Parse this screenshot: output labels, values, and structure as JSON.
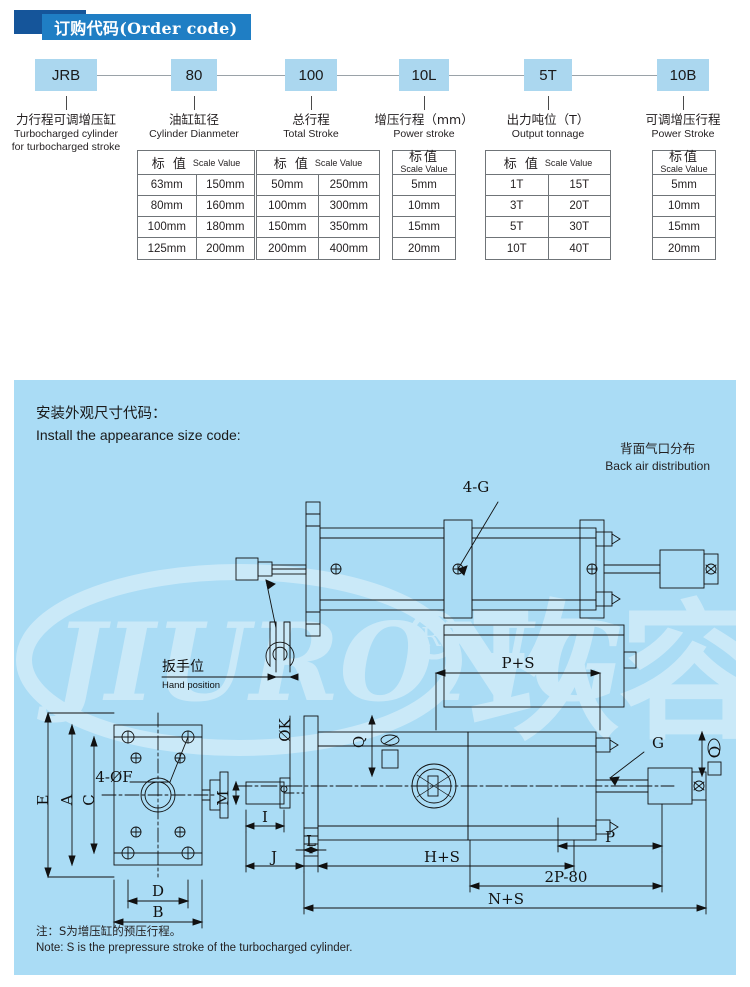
{
  "header": {
    "banner_title": "订购代码(Order code)"
  },
  "order_code": {
    "segments": [
      {
        "code": "JRB",
        "label_cn": "力行程可调增压缸",
        "label_en_1": "Turbocharged cylinder",
        "label_en_2": "for turbocharged stroke"
      },
      {
        "code": "80",
        "label_cn": "油缸缸径",
        "label_en_1": "Cylinder Dianmeter",
        "label_en_2": ""
      },
      {
        "code": "100",
        "label_cn": "总行程",
        "label_en_1": "Total  Stroke",
        "label_en_2": ""
      },
      {
        "code": "10L",
        "label_cn": "增压行程（mm）",
        "label_en_1": "Power stroke",
        "label_en_2": ""
      },
      {
        "code": "5T",
        "label_cn": "出力吨位（T）",
        "label_en_1": "Output  tonnage",
        "label_en_2": ""
      },
      {
        "code": "10B",
        "label_cn": "可调增压行程",
        "label_en_1": "Power Stroke",
        "label_en_2": ""
      }
    ]
  },
  "scale_tables": {
    "header_cn": "标 值",
    "header_cn_compact": "标值",
    "header_en": "Scale Value",
    "cylinder_diameter": {
      "columns": 2,
      "rows": [
        [
          "63mm",
          "150mm"
        ],
        [
          "80mm",
          "160mm"
        ],
        [
          "100mm",
          "180mm"
        ],
        [
          "125mm",
          "200mm"
        ]
      ]
    },
    "total_stroke": {
      "columns": 2,
      "rows": [
        [
          "50mm",
          "250mm"
        ],
        [
          "100mm",
          "300mm"
        ],
        [
          "150mm",
          "350mm"
        ],
        [
          "200mm",
          "400mm"
        ]
      ]
    },
    "power_stroke": {
      "columns": 1,
      "rows": [
        [
          "5mm"
        ],
        [
          "10mm"
        ],
        [
          "15mm"
        ],
        [
          "20mm"
        ]
      ]
    },
    "output_tonnage": {
      "columns": 2,
      "rows": [
        [
          "1T",
          "15T"
        ],
        [
          "3T",
          "20T"
        ],
        [
          "5T",
          "30T"
        ],
        [
          "10T",
          "40T"
        ]
      ]
    },
    "adjustable_power_stroke": {
      "columns": 1,
      "rows": [
        [
          "5mm"
        ],
        [
          "10mm"
        ],
        [
          "15mm"
        ],
        [
          "20mm"
        ]
      ]
    }
  },
  "drawing_panel": {
    "title_cn": "安装外观尺寸代码：",
    "title_en": "Install the appearance size code:",
    "back_air_cn": "背面气口分布",
    "back_air_en": "Back air distribution",
    "note_cn": "注：S为增压缸的预压行程。",
    "note_en": "Note: S is the prepressure stroke of the turbocharged cylinder.",
    "hand_position_cn": "扳手位",
    "hand_position_en": "Hand position",
    "dimensions": {
      "port_4g": "4-G",
      "port_g": "G",
      "bolt_4f": "4-ØF",
      "rod_k": "ØK",
      "port_q": "Q",
      "port_o": "O",
      "height_e": "E",
      "height_a": "A",
      "height_c": "C",
      "width_d": "D",
      "width_b": "B",
      "width_m": "M",
      "width_i": "I",
      "width_j": "J",
      "width_l": "L",
      "len_hs": "H+S",
      "len_ps": "P+S",
      "len_ns": "N+S",
      "len_p": "P",
      "len_2p80": "2P-80"
    }
  },
  "colors": {
    "banner_dark": "#15559a",
    "banner_main": "#1f7ec4",
    "code_box": "#abd7ef",
    "panel_bg": "#aadcf5",
    "line": "#6f7478"
  }
}
